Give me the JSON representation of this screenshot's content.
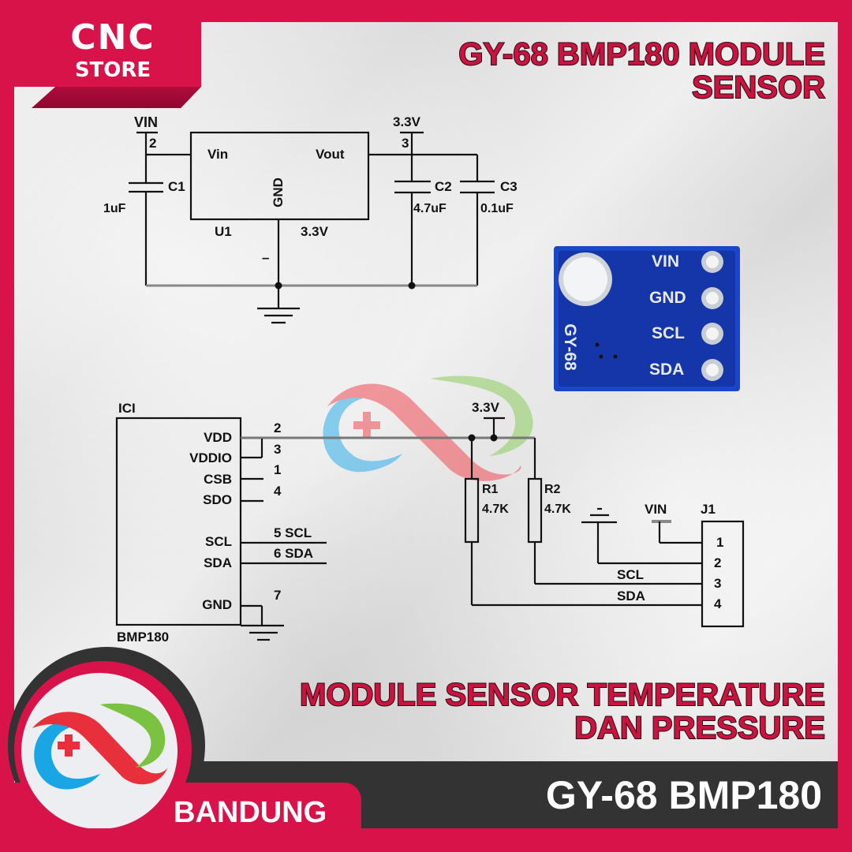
{
  "brand": {
    "logo_line1": "CNC",
    "logo_line2": "STORE",
    "location": "BANDUNG",
    "colors": {
      "primary_red": "#d7134a",
      "dark_bar": "#333333",
      "pcb_blue": "#1c46c8",
      "logo_red": "#e8303c",
      "logo_blue": "#1aa6e4",
      "logo_green": "#7cc242"
    }
  },
  "header": {
    "title_line1": "GY-68 BMP180 MODULE",
    "title_line2": "SENSOR"
  },
  "regulator_schematic": {
    "vin_label": "VIN",
    "vin_pin": "2",
    "c1_name": "C1",
    "c1_value": "1uF",
    "u1_name": "U1",
    "u1_vin": "Vin",
    "u1_vout": "Vout",
    "u1_gnd": "GND",
    "u1_value": "3.3V",
    "gnd_minus": "–",
    "out_label": "3.3V",
    "out_pin": "3",
    "c2_name": "C2",
    "c2_value": "4.7uF",
    "c3_name": "C3",
    "c3_value": "0.1uF"
  },
  "module_photo": {
    "silkscreen": "GY-68",
    "pins": [
      "VIN",
      "GND",
      "SCL",
      "SDA"
    ]
  },
  "sensor_schematic": {
    "ic_ref": "ICI",
    "ic_part": "BMP180",
    "ic_pins": [
      {
        "name": "VDD",
        "num": "2"
      },
      {
        "name": "VDDIO",
        "num": "3"
      },
      {
        "name": "CSB",
        "num": "1"
      },
      {
        "name": "SDO",
        "num": "4"
      },
      {
        "name": "SCL",
        "num": "5 SCL"
      },
      {
        "name": "SDA",
        "num": "6 SDA"
      },
      {
        "name": "GND",
        "num": "7"
      }
    ],
    "supply_label": "3.3V",
    "r1_name": "R1",
    "r1_value": "4.7K",
    "r2_name": "R2",
    "r2_value": "4.7K",
    "vin_label": "VIN",
    "connector_ref": "J1",
    "connector_pins": [
      "1",
      "2",
      "3",
      "4"
    ],
    "net_scl": "SCL",
    "net_sda": "SDA"
  },
  "footer": {
    "description_line1": "MODULE SENSOR TEMPERATURE",
    "description_line2": "DAN PRESSURE",
    "product_name": "GY-68 BMP180"
  }
}
